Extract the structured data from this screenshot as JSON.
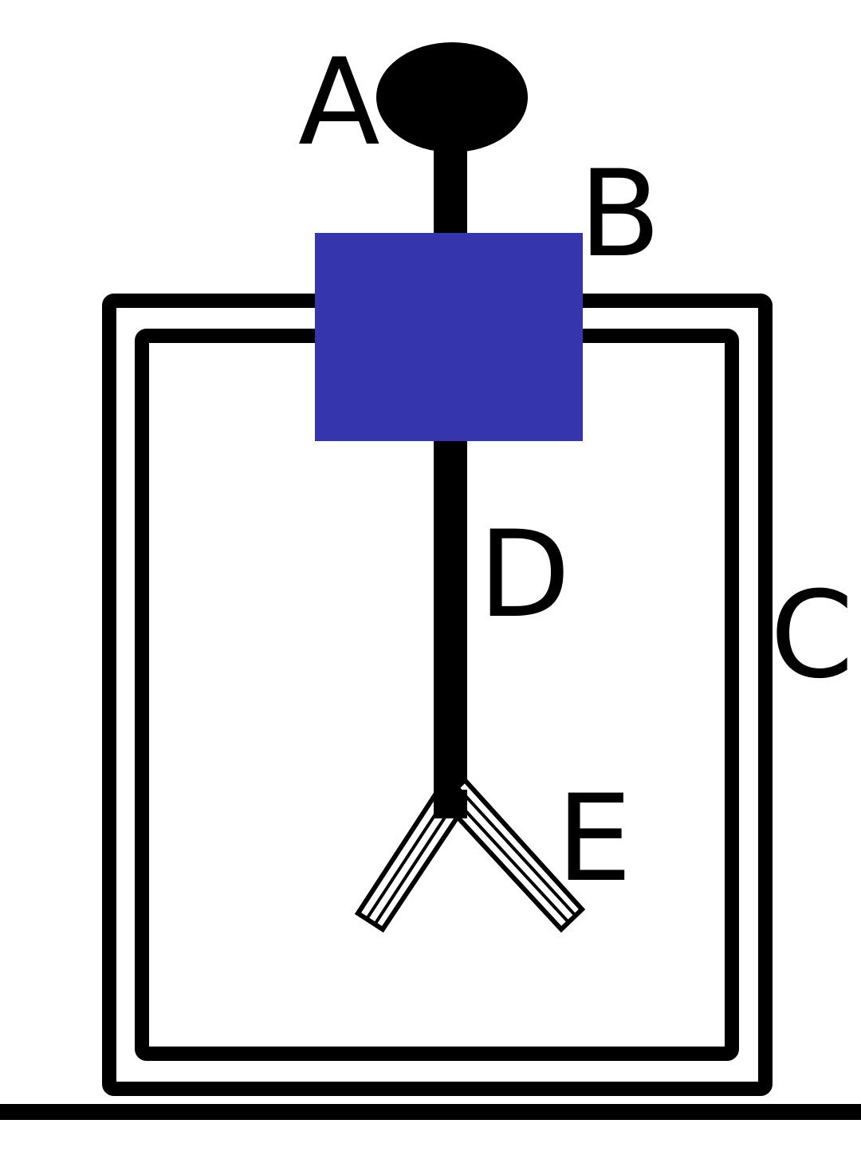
{
  "labels": {
    "a": "A",
    "b": "B",
    "c": "C",
    "d": "D",
    "e": "E"
  },
  "colors": {
    "stroke": "#000000",
    "block": "#3535ad",
    "background": "#ffffff"
  }
}
